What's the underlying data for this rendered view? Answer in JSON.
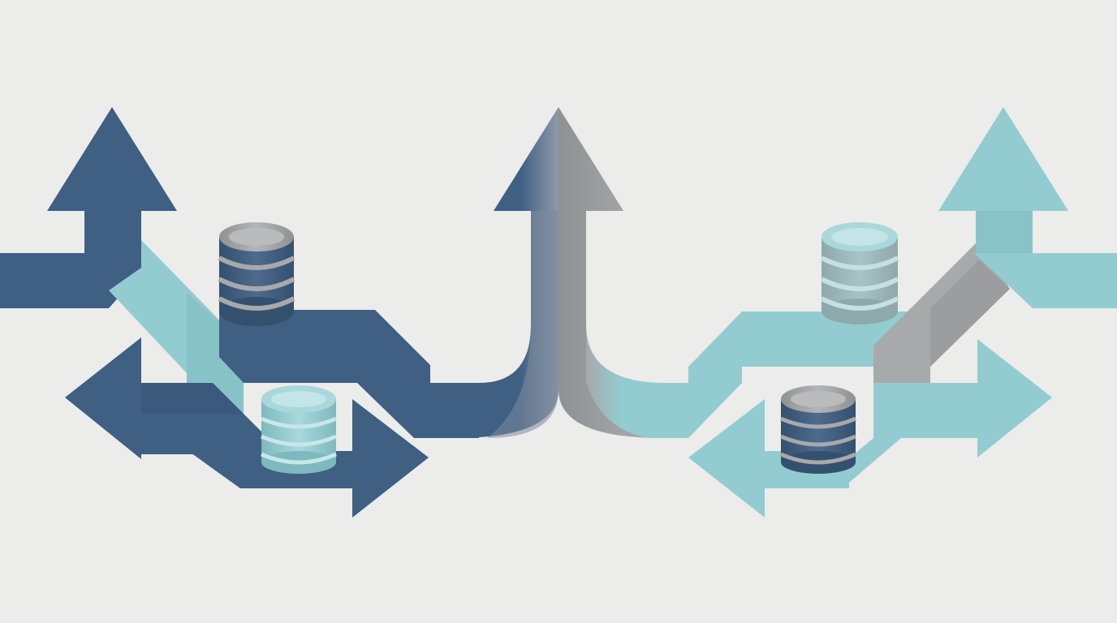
{
  "diagram": {
    "colors": {
      "background": "#ececeb",
      "dark_blue": "#3f5f83",
      "dark_blue_shade": "#34506f",
      "light_teal": "#92ccd0",
      "light_teal_shade": "#7db9be",
      "gray": "#a7a9ab",
      "gray_shade": "#8f9294"
    },
    "left_cluster": {
      "arrows": [
        "up",
        "right",
        "left",
        "right"
      ],
      "databases": [
        {
          "color": "gray-dark_blue",
          "stripes": 3
        },
        {
          "color": "light_teal",
          "stripes": 3
        }
      ]
    },
    "center": {
      "arrow": "up",
      "halves": [
        "dark_blue",
        "gray"
      ]
    },
    "right_cluster": {
      "arrows": [
        "up",
        "right",
        "left",
        "up"
      ],
      "databases": [
        {
          "color": "light_teal-gray",
          "stripes": 3
        },
        {
          "color": "gray-dark_blue",
          "stripes": 3
        }
      ]
    }
  }
}
